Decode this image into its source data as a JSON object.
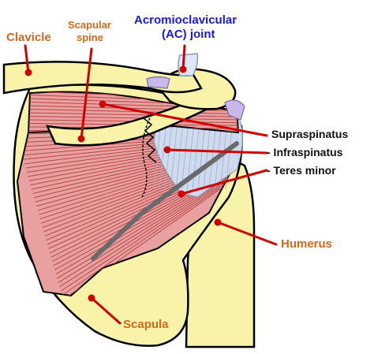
{
  "labels": {
    "clavicle": "Clavicle",
    "scapular_spine_line1": "Scapular",
    "scapular_spine_line2": "spine",
    "ac_joint_line1": "Acromioclavicular",
    "ac_joint_line2": "(AC) joint",
    "supraspinatus": "Supraspinatus",
    "infraspinatus": "- Infraspinatus",
    "teres_minor": "- Teres minor",
    "humerus": "Humerus",
    "scapula": "Scapula"
  },
  "colors": {
    "bone": "#f8f3a8",
    "muscle": "#e8a0a0",
    "muscle_fiber": "#b84848",
    "tendon": "#cfe0f4",
    "joint": "#c8b8ec",
    "pointer": "#d10000",
    "orange_label": "#d2691e",
    "blue_label": "#1a1ad6"
  }
}
